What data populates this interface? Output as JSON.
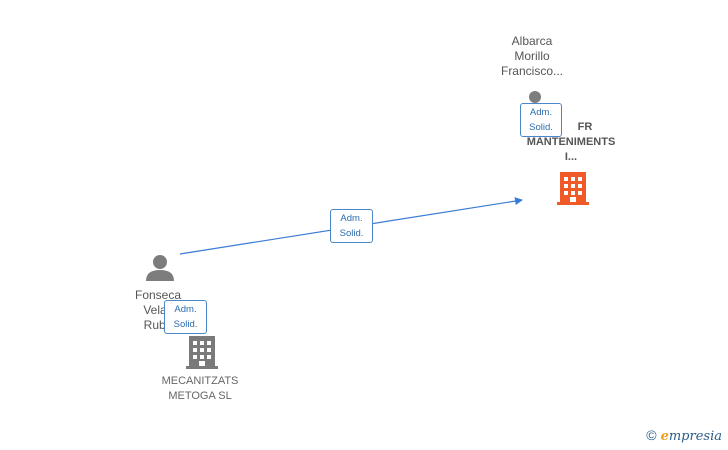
{
  "nodes": {
    "person_albarca": {
      "lines": [
        "Albarca",
        "Morillo",
        "Francisco..."
      ]
    },
    "company_fr": {
      "lines": [
        "FR",
        "MANTENIMENTS",
        "I..."
      ],
      "color": "#f05a28"
    },
    "person_fonseca": {
      "lines": [
        "Fonseca",
        "Velas",
        "Rube"
      ]
    },
    "company_mecanitzats": {
      "lines": [
        "MECANITZATS",
        "METOGA SL"
      ],
      "color": "#7a7a7a"
    }
  },
  "relations": [
    {
      "line1": "Adm.",
      "line2": "Solid."
    },
    {
      "line1": "Adm.",
      "line2": "Solid."
    },
    {
      "line1": "Adm.",
      "line2": "Solid."
    }
  ],
  "colors": {
    "edge": "#3a7bd5",
    "person": "#7d7d7d"
  },
  "brand": {
    "copyright": "©",
    "name": "mpresia",
    "initial": "e"
  }
}
